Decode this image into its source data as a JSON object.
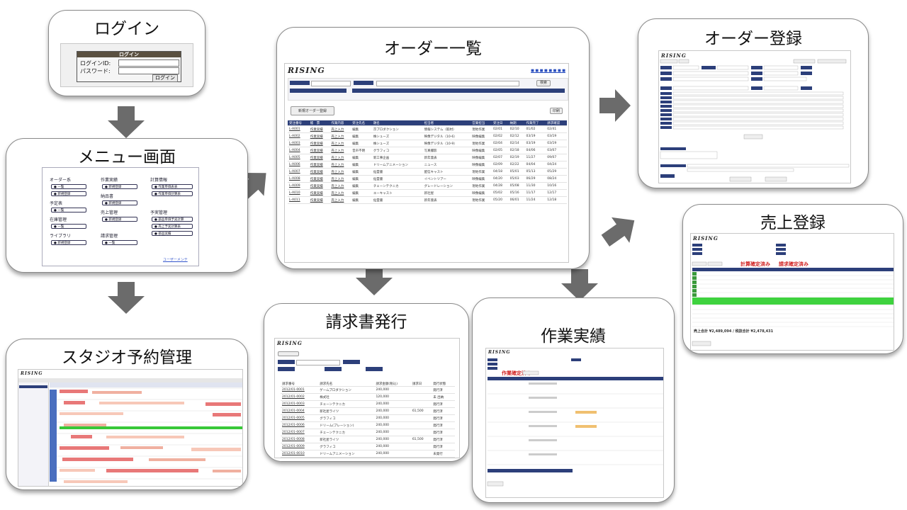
{
  "cards": {
    "login": {
      "title": "ログイン",
      "box_header": "ログイン",
      "id_label": "ログインID:",
      "pw_label": "パスワード:",
      "button": "ログイン"
    },
    "menu": {
      "title": "メニュー画面",
      "groups": [
        {
          "heading": "オーダー系",
          "items": [
            "● 一覧",
            "● 新規登録"
          ]
        },
        {
          "heading": "予定表",
          "items": [
            "● 一覧"
          ]
        },
        {
          "heading": "在庫管理",
          "items": [
            "● 一覧"
          ]
        },
        {
          "heading": "ライブラリ",
          "items": [
            "● 新規登録"
          ]
        },
        {
          "heading": "作業実績",
          "items": [
            "● 新規登録"
          ]
        },
        {
          "heading": "納品書",
          "items": [
            "● 新規登録"
          ]
        },
        {
          "heading": "売上管理",
          "items": [
            "● 新規登録"
          ]
        },
        {
          "heading": "請求管理",
          "items": [
            "● 一覧"
          ]
        },
        {
          "heading": "計算情報",
          "items": [
            "● 作業単価表表",
            "● 作業単価計算表"
          ]
        },
        {
          "heading": "予実管理",
          "items": [
            "● 部品単価予実計算",
            "● 売上予実計算表",
            "● 部品実績"
          ]
        }
      ],
      "footer_link": "ユーザーメンテ"
    },
    "studio": {
      "title": "スタジオ予約管理"
    },
    "order_list": {
      "title": "オーダー一覧",
      "logo": "RISING",
      "new_button": "新規オーダー登録",
      "search_button": "検索",
      "print_button": "印刷",
      "headers": [
        "受注番号",
        "帳　票",
        "作業内容",
        "受注先名",
        "題名",
        "担当者",
        "営業担当",
        "受注日",
        "納期",
        "作業完了",
        "請求確認"
      ],
      "rows": [
        [
          "L-A001",
          "作業実績",
          "売上入力",
          "編集",
          "京プロダクション",
          "情報システム（取材）",
          "現地作業",
          "02/01",
          "02/10",
          "01/02",
          "02/41"
        ],
        [
          "L-A002",
          "作業実績",
          "売上入力",
          "編集",
          "株シューズ",
          "映像デジタル（10-6）",
          "映像編集",
          "02/02",
          "02/12",
          "03/19",
          "03/19"
        ],
        [
          "L-A003",
          "作業実績",
          "売上入力",
          "編集",
          "株シューズ",
          "映像デジタル（10-9）",
          "現地作業",
          "02/04",
          "02/14",
          "03/19",
          "03/19"
        ],
        [
          "L-A004",
          "作業実績",
          "売上入力",
          "音声不明",
          "グラフィコ",
          "写真撮影",
          "映像編集",
          "02/05",
          "02/18",
          "04/06",
          "03/07"
        ],
        [
          "L-A005",
          "作業実績",
          "売上入力",
          "編集",
          "新工事企画",
          "新年発表",
          "映像編集",
          "02/07",
          "02/19",
          "11/27",
          "09/07"
        ],
        [
          "L-A006",
          "作業実績",
          "売上入力",
          "編集",
          "ドリームアニメーション",
          "ニュース",
          "映像編集",
          "02/09",
          "02/22",
          "04/04",
          "04/24"
        ],
        [
          "L-A007",
          "作業実績",
          "売上入力",
          "編集",
          "仙霊書",
          "配信キャスト",
          "現地作業",
          "04/18",
          "05/01",
          "05/13",
          "05/29"
        ],
        [
          "L-A008",
          "作業実績",
          "売上入力",
          "編集",
          "仙霊書",
          "イベントツアー",
          "映像編集",
          "04/20",
          "05/03",
          "06/29",
          "08/24"
        ],
        [
          "L-A009",
          "作業実績",
          "売上入力",
          "編集",
          "チェーンテクニカ",
          "グレードレーション",
          "現地作業",
          "04/28",
          "05/08",
          "11/30",
          "10/16"
        ],
        [
          "L-A010",
          "作業実績",
          "売上入力",
          "編集",
          "エーキャスト",
          "新社屋",
          "映像編集",
          "05/02",
          "05/16",
          "11/17",
          "12/17"
        ],
        [
          "L-A011",
          "作業実績",
          "売上入力",
          "編集",
          "仙霊書",
          "新年発表",
          "現地作業",
          "05/20",
          "06/01",
          "11/24",
          "12/18"
        ]
      ]
    },
    "order_reg": {
      "title": "オーダー登録",
      "logo": "RISING"
    },
    "invoice": {
      "title": "請求書発行",
      "logo": "RISING",
      "headers": [
        "請求番号",
        "請求先名",
        "請求金額(税込)",
        "請求日",
        "発行状態"
      ],
      "rows": [
        [
          "2012/01-0001",
          "ゲームプロダクション",
          "240,000",
          "",
          "発行済"
        ],
        [
          "2012/01-0002",
          "株式社",
          "120,000",
          "",
          "未 出納"
        ],
        [
          "2012/01-0003",
          "チェーンテクニカ",
          "240,000",
          "",
          "発行済"
        ],
        [
          "2012/01-0004",
          "新社屋ライツ",
          "240,000",
          "61,500",
          "発行済"
        ],
        [
          "2012/01-0005",
          "グラフィコ",
          "240,000",
          "",
          "発行済"
        ],
        [
          "2012/01-0006",
          "ドリーム(プレーション)",
          "240,000",
          "",
          "発行済"
        ],
        [
          "2012/01-0007",
          "チェーンテクニカ",
          "240,000",
          "",
          "発行済"
        ],
        [
          "2012/01-0008",
          "新社屋ライツ",
          "240,000",
          "61,500",
          "発行済"
        ],
        [
          "2012/01-0009",
          "グラフィコ",
          "240,000",
          "",
          "発行済"
        ],
        [
          "2012/01-0010",
          "ドリームアニメーション",
          "240,000",
          "",
          "未発行"
        ]
      ]
    },
    "work": {
      "title": "作業実績",
      "logo": "RISING",
      "status": "作業確定済み"
    },
    "sales": {
      "title": "売上登録",
      "logo": "RISING",
      "status1": "計算確定済み",
      "status2": "請求確定済み",
      "total": "売上合計 ¥2,489,094 / 税抜合計 ¥2,478,431"
    }
  },
  "colors": {
    "arrow": "#6b6b6b",
    "header_blue": "#2c3f7a",
    "link_blue": "#2a4fbf",
    "status_red": "#d02020",
    "highlight_green": "#3ed23e"
  }
}
